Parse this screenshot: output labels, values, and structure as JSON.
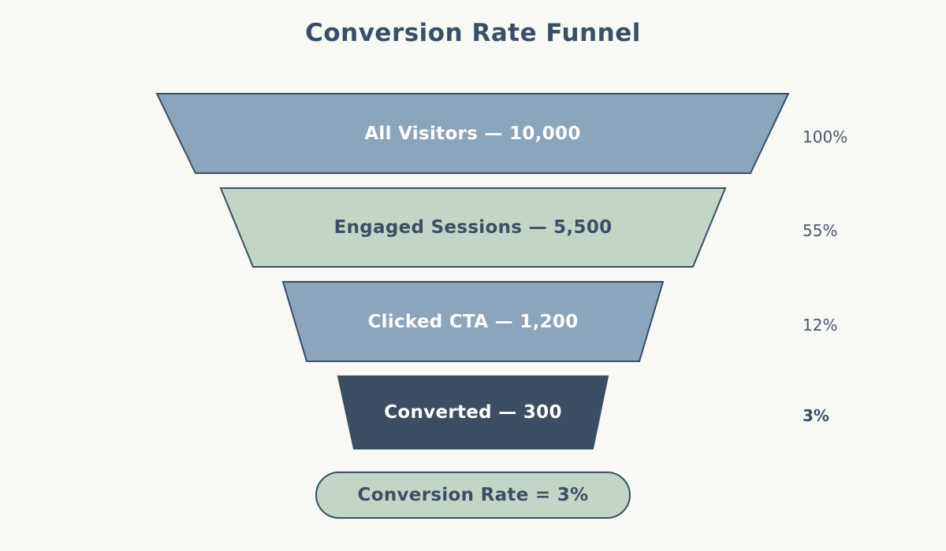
{
  "title": "Conversion Rate Funnel",
  "colors": {
    "background": "#f8f8f5",
    "blue_stage": "#8ba6bc",
    "green_stage": "#c2d6c7",
    "dark_stage": "#3c4e63",
    "stage_border": "#3a4d63",
    "title_text": "#3a4f63",
    "percent_text": "#47586c"
  },
  "funnel": {
    "border_color": "#3a4d63",
    "stages": [
      {
        "name": "All Visitors",
        "value": "10,000",
        "display": "All Visitors — 10,000",
        "percent": "100%",
        "fill": "#8ba6bc",
        "text_color": "#ffffff"
      },
      {
        "name": "Engaged Sessions",
        "value": "5,500",
        "display": "Engaged Sessions — 5,500",
        "percent": "55%",
        "fill": "#c2d6c7",
        "text_color": "#3a4f63"
      },
      {
        "name": "Clicked CTA",
        "value": "1,200",
        "display": "Clicked CTA — 1,200",
        "percent": "12%",
        "fill": "#8ba6bc",
        "text_color": "#ffffff"
      },
      {
        "name": "Converted",
        "value": "300",
        "display": "Converted — 300",
        "percent": "3%",
        "fill": "#3c4e63",
        "text_color": "#ffffff"
      }
    ],
    "annotation": "Conversion Rate = 3%"
  },
  "chart_data": {
    "type": "bar",
    "variant": "funnel",
    "title": "Conversion Rate Funnel",
    "categories": [
      "All Visitors",
      "Engaged Sessions",
      "Clicked CTA",
      "Converted"
    ],
    "values": [
      10000,
      5500,
      1200,
      300
    ],
    "percent_of_total": [
      100,
      55,
      12,
      3
    ],
    "percent_labels": [
      "100%",
      "55%",
      "12%",
      "3%"
    ],
    "annotation": "Conversion Rate = 3%",
    "legend": false,
    "grid": false
  }
}
